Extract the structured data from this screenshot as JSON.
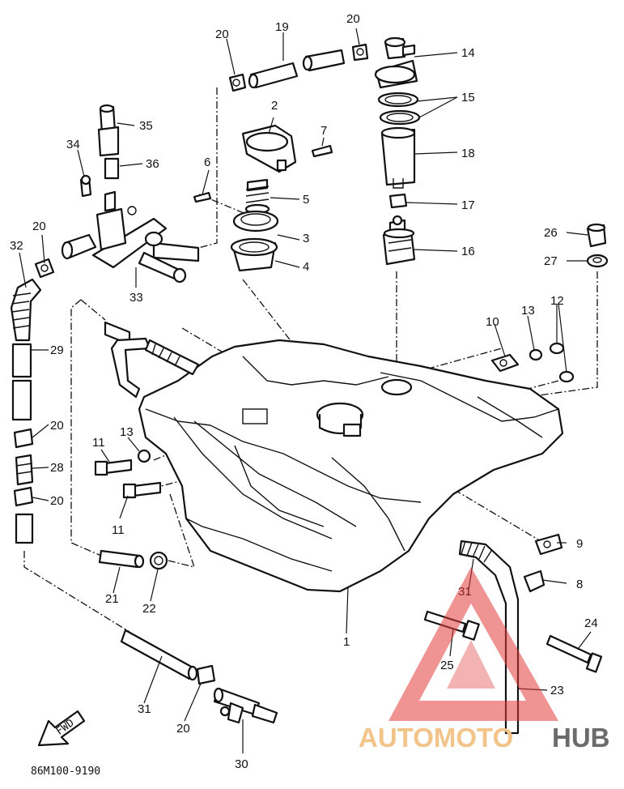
{
  "diagram_code": "86M100-9190",
  "front_label": "FWD",
  "watermark": {
    "part_a": "AUTOMOTO",
    "part_b": "HUB",
    "color_a": "#f2c48a",
    "color_b": "#6b6b6b",
    "logo_color": "#e23b3b"
  },
  "labels": {
    "p1": "1",
    "p2": "2",
    "p3": "3",
    "p4": "4",
    "p5": "5",
    "p6": "6",
    "p7": "7",
    "p8": "8",
    "p9": "9",
    "p10": "10",
    "p11a": "11",
    "p11b": "11",
    "p12": "12",
    "p13a": "13",
    "p13b": "13",
    "p14": "14",
    "p15": "15",
    "p16": "16",
    "p17": "17",
    "p18": "18",
    "p19": "19",
    "p20a": "20",
    "p20b": "20",
    "p20c": "20",
    "p20d": "20",
    "p20e": "20",
    "p20f": "20",
    "p21": "21",
    "p22": "22",
    "p23": "23",
    "p24": "24",
    "p25": "25",
    "p26": "26",
    "p27": "27",
    "p28": "28",
    "p29": "29",
    "p30": "30",
    "p31a": "31",
    "p31b": "31",
    "p32": "32",
    "p33": "33",
    "p34": "34",
    "p35": "35",
    "p36": "36"
  }
}
